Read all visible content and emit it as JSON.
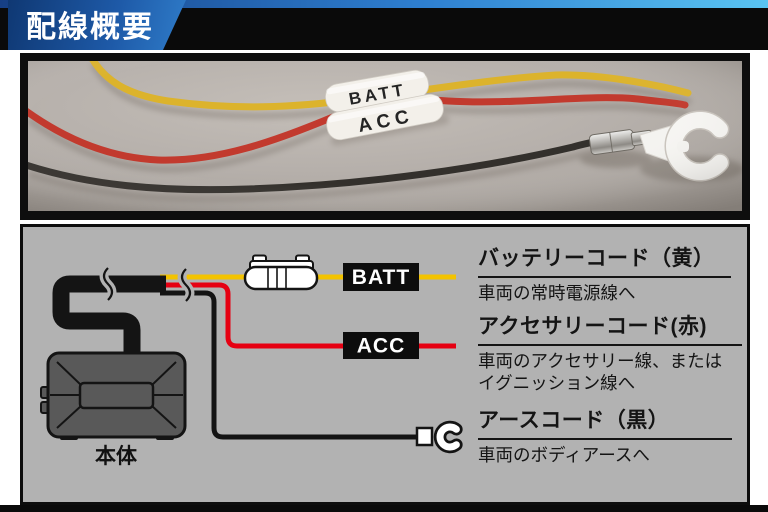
{
  "banner": {
    "title": "配線概要"
  },
  "photo": {
    "sleeve_batt": "BATT",
    "sleeve_acc": "ACC"
  },
  "diagram": {
    "device_label": "本体",
    "tag_batt": "BATT",
    "tag_acc": "ACC",
    "entries": [
      {
        "heading": "バッテリーコード（黄）",
        "lines": [
          "車両の常時電源線へ"
        ]
      },
      {
        "heading": "アクセサリーコード(赤)",
        "lines": [
          "車両のアクセサリー線、または",
          "イグニッション線へ"
        ]
      },
      {
        "heading": "アースコード（黒）",
        "lines": [
          "車両のボディアースへ"
        ]
      }
    ],
    "colors": {
      "battery_wire": "#f3c300",
      "accessory_wire": "#e60012",
      "ground_wire": "#141414",
      "panel_bg": "#b2b2b2",
      "banner_blue": "#2e7fd0"
    }
  }
}
